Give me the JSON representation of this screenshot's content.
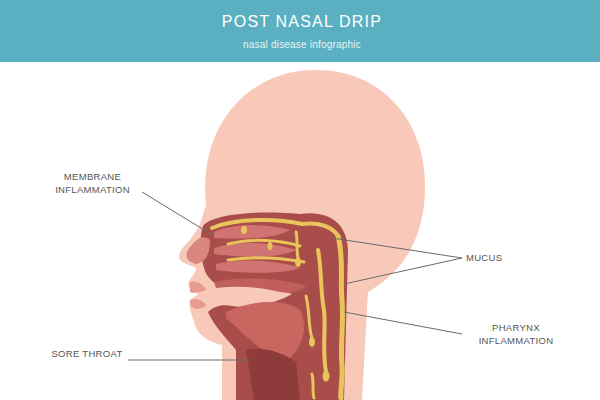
{
  "diagram": {
    "title": "POST NASAL DRIP",
    "labels": [
      "nasal disease infographic",
      "MEMBRANE INFLAMMATION",
      "MUCUS",
      "PHARYNX INFLAMMATION",
      "SORE THROAT"
    ]
  }
}
